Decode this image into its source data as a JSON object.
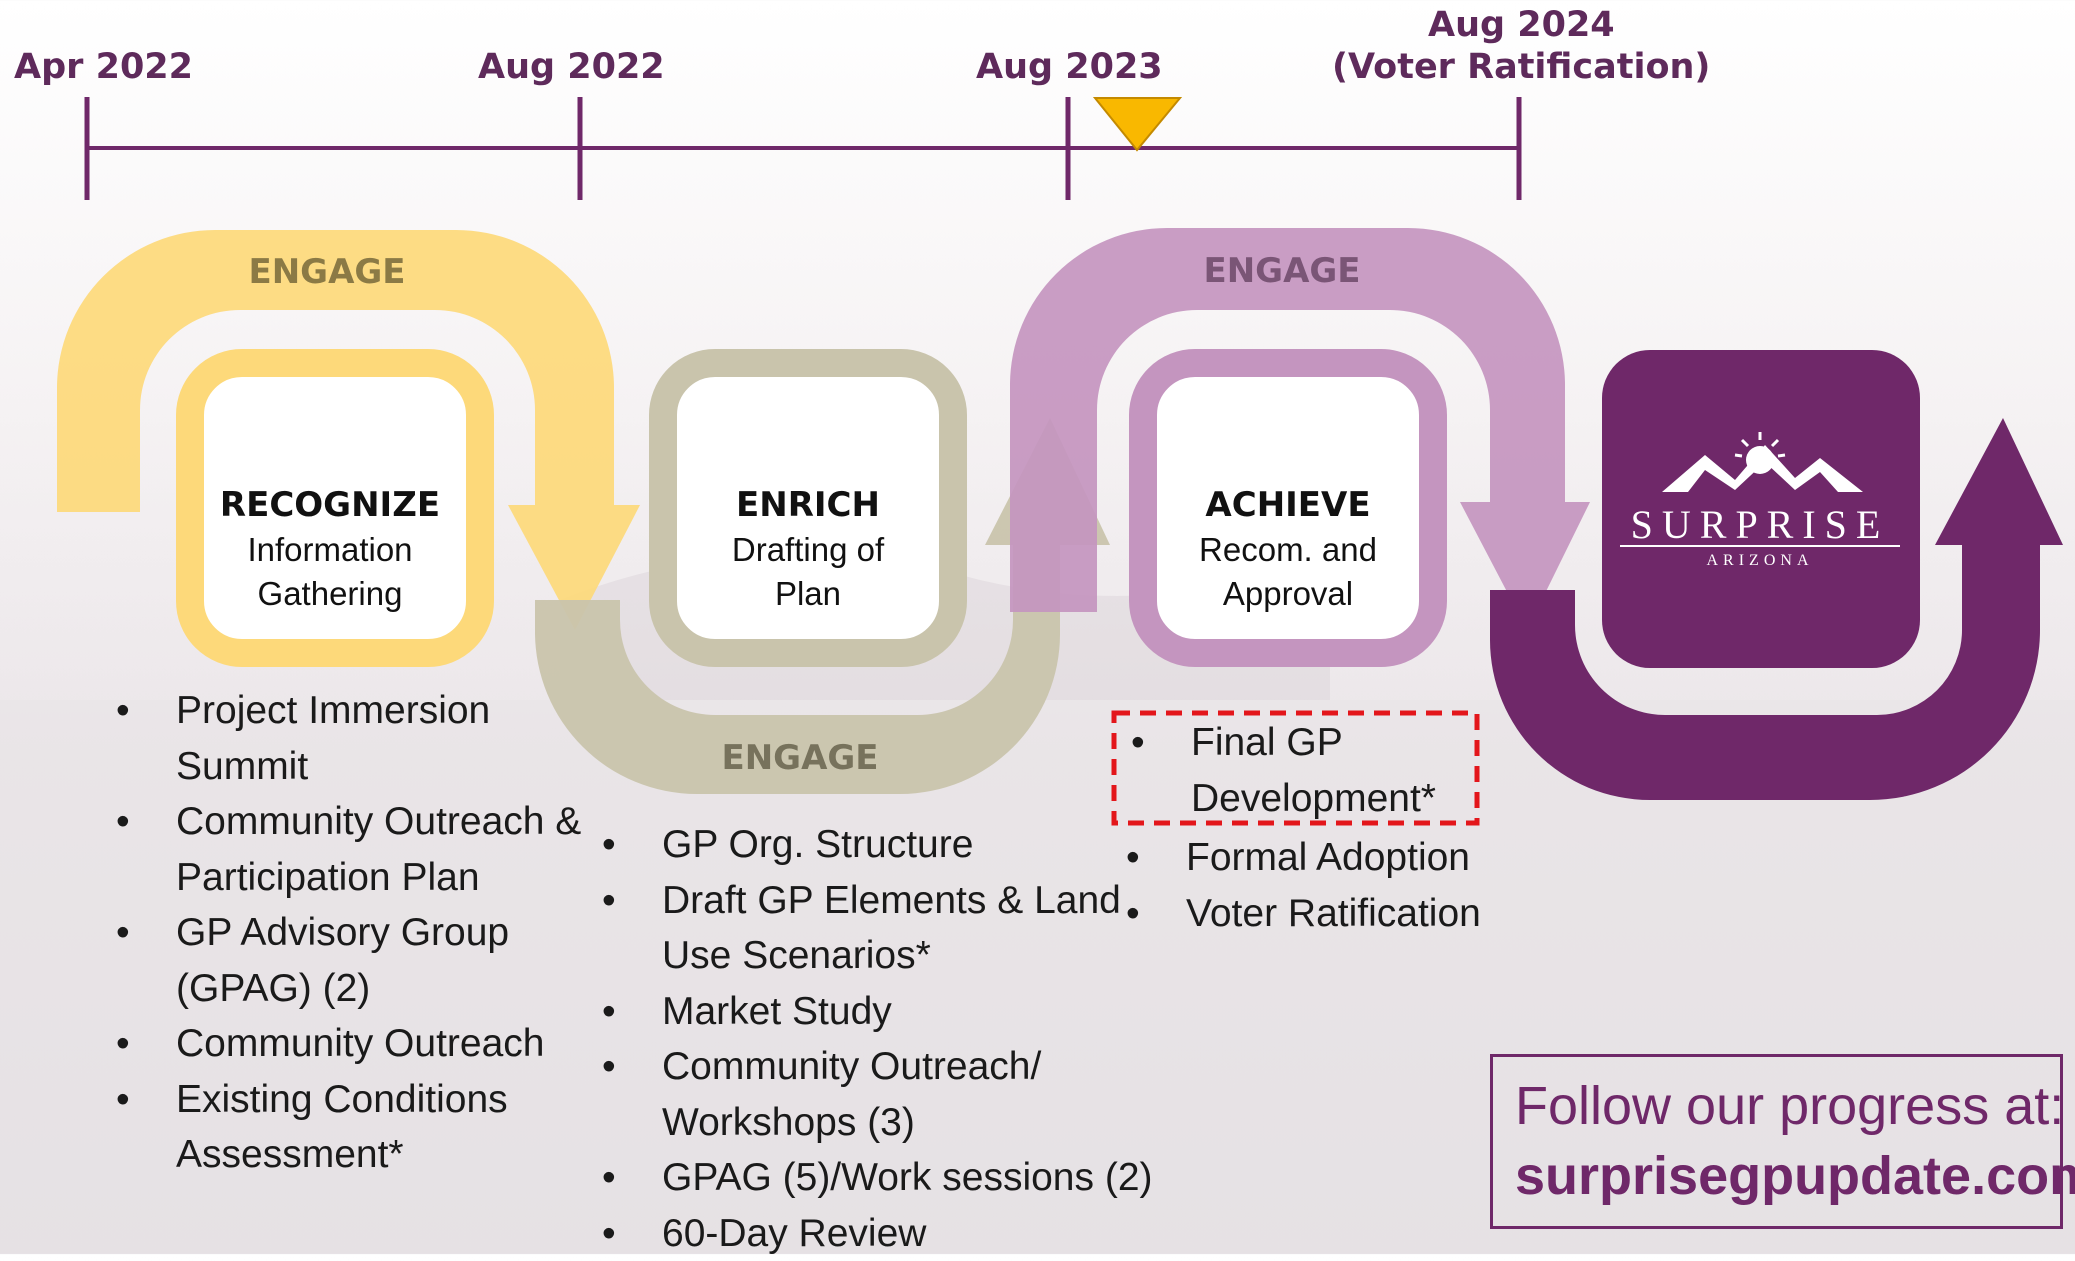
{
  "timeline": {
    "dates": [
      {
        "label": "Apr 2022"
      },
      {
        "label": "Aug 2022"
      },
      {
        "label": "Aug 2023"
      },
      {
        "label_line1": "Aug 2024",
        "label_line2": "(Voter Ratification)"
      }
    ],
    "current_marker": "triangle-marker"
  },
  "engage_label": "ENGAGE",
  "stages": [
    {
      "title": "RECOGNIZE",
      "subtitle_line1": "Information",
      "subtitle_line2": "Gathering",
      "color": "#fdd97a"
    },
    {
      "title": "ENRICH",
      "subtitle_line1": "Drafting of",
      "subtitle_line2": "Plan",
      "color": "#c9c4ac"
    },
    {
      "title": "ACHIEVE",
      "subtitle_line1": "Recom. and",
      "subtitle_line2": "Approval",
      "color": "#c495bf"
    }
  ],
  "tasks": {
    "recognize": [
      {
        "lines": [
          "Project Immersion",
          "Summit"
        ]
      },
      {
        "lines": [
          "Community Outreach &",
          "Participation Plan"
        ]
      },
      {
        "lines": [
          "GP Advisory Group",
          "(GPAG) (2)"
        ]
      },
      {
        "lines": [
          "Community Outreach"
        ]
      },
      {
        "lines": [
          "Existing Conditions",
          "Assessment*"
        ]
      }
    ],
    "enrich": [
      {
        "lines": [
          "GP Org. Structure"
        ]
      },
      {
        "lines": [
          "Draft GP Elements & Land",
          "Use Scenarios*"
        ]
      },
      {
        "lines": [
          "Market Study"
        ]
      },
      {
        "lines": [
          "Community Outreach/",
          "Workshops (3)"
        ]
      },
      {
        "lines": [
          "GPAG (5)/Work sessions (2)"
        ]
      },
      {
        "lines": [
          "60-Day Review"
        ]
      }
    ],
    "achieve_highlighted": {
      "lines": [
        "Final GP",
        "Development*"
      ]
    },
    "achieve": [
      {
        "lines": [
          "Formal Adoption"
        ]
      },
      {
        "lines": [
          "Voter Ratification"
        ]
      }
    ]
  },
  "logo": {
    "name": "SURPRISE",
    "sub": "ARIZONA",
    "color": "#6f2869"
  },
  "follow": {
    "line1": "Follow our progress at:",
    "line2": "surprisegpupdate.com"
  },
  "colors": {
    "timeline": "#6f2869",
    "marker": "#f9b800",
    "yellow": "#fdd97a",
    "gray": "#c9c4ac",
    "lilac": "#c495bf",
    "purple": "#6f2869",
    "highlight_border": "#e3161b"
  }
}
